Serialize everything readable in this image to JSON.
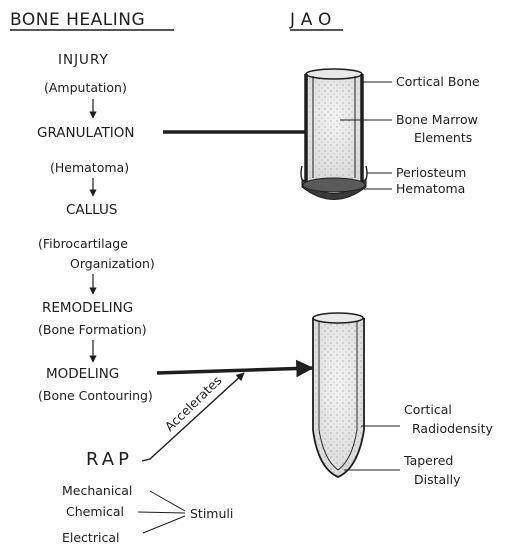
{
  "headers": {
    "left": "BONE HEALING",
    "right": "JAO"
  },
  "stages": {
    "injury": "INJURY",
    "injury_sub": "(Amputation)",
    "granulation": "GRANULATION",
    "granulation_sub": "(Hematoma)",
    "callus": "CALLUS",
    "callus_sub1": "(Fibrocartilage",
    "callus_sub2": "Organization)",
    "remodeling": "REMODELING",
    "remodeling_sub": "(Bone Formation)",
    "modeling": "MODELING",
    "modeling_sub": "(Bone Contouring)"
  },
  "top_labels": {
    "cortical_bone": "Cortical Bone",
    "marrow_1": "Bone Marrow",
    "marrow_2": "Elements",
    "periosteum": "Periosteum",
    "hematoma": "Hematoma"
  },
  "bottom_labels": {
    "radiodensity_1": "Cortical",
    "radiodensity_2": "Radiodensity",
    "tapered_1": "Tapered",
    "tapered_2": "Distally"
  },
  "rap": {
    "label": "RAP",
    "accelerates": "Accelerates",
    "stimuli": "Stimuli",
    "mechanical": "Mechanical",
    "chemical": "Chemical",
    "electrical": "Electrical"
  }
}
